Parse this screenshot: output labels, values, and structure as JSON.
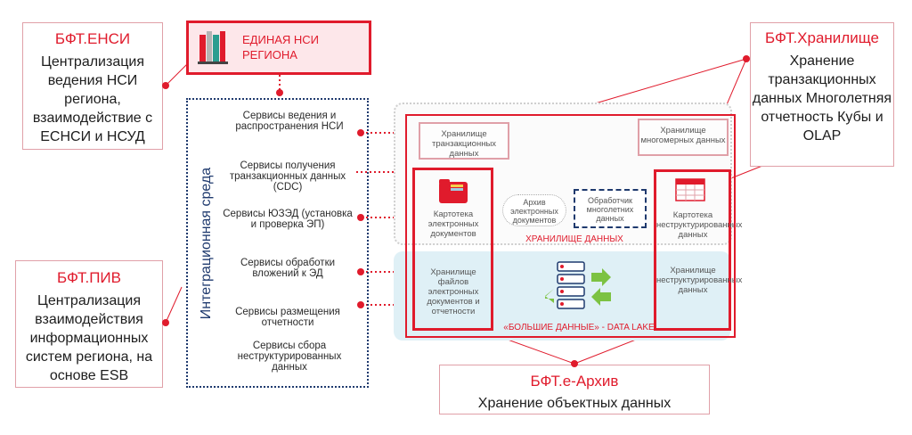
{
  "callouts": {
    "ensi": {
      "title": "БФТ.ЕНСИ",
      "text": "Централизация ведения НСИ региона, взаимодействие с ЕСНСИ и НСУД"
    },
    "piv": {
      "title": "БФТ.ПИВ",
      "text": "Централизация взаимодействия информационных систем региона, на основе ESB"
    },
    "storage": {
      "title": "БФТ.Хранилище",
      "text": "Хранение транзакционных данных Многолетняя отчетность Кубы и OLAP"
    },
    "earchive": {
      "title": "БФТ.е-Архив",
      "text": "Хранение объектных данных"
    }
  },
  "nsi": {
    "label": "ЕДИНАЯ НСИ РЕГИОНА"
  },
  "integration": {
    "label": "Интеграционная среда"
  },
  "services": [
    "Сервисы ведения и распространения НСИ",
    "Сервисы получения транзакционных данных (CDC)",
    "Сервисы ЮЗЭД (установка и проверка ЭП)",
    "Сервисы обработки вложений к ЭД",
    "Сервисы размещения отчетности",
    "Сервисы сбора неструктурированных данных"
  ],
  "storage": {
    "transactional": "Хранилище транзакционных данных",
    "multidim": "Хранилище многомерных данных",
    "card_electronic": "Картотека электронных документов",
    "archive_docs": "Архив электронных документов",
    "multiyear_handler": "Обработчик многолетних данных",
    "card_unstructured": "Картотека неструктурированных данных",
    "dw_label": "ХРАНИЛИЩЕ ДАННЫХ",
    "file_storage": "Хранилище файлов электронных документов и отчетности",
    "unstructured_storage": "Хранилище неструктурированных данных",
    "bigdata_label": "«БОЛЬШИЕ ДАННЫЕ» - DATA LAKE"
  },
  "colors": {
    "accent": "#e01b2c",
    "navy": "#1f3a6e",
    "lake": "#dff0f6"
  }
}
